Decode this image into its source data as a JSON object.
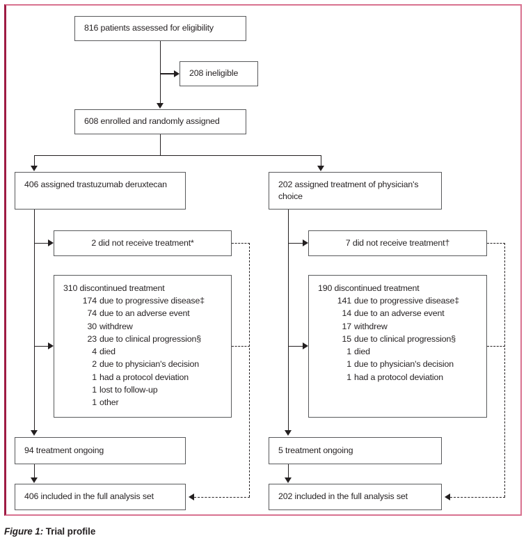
{
  "figure": {
    "caption_label": "Figure 1:",
    "caption_text": " Trial profile",
    "border_color_left": "#9e1b43",
    "border_color": "#d8718f",
    "line_color": "#231f20",
    "box_border_color": "#58595b"
  },
  "chart_data": {
    "type": "diagram",
    "title": "Trial profile",
    "subtype": "CONSORT flow diagram",
    "nodes": [
      {
        "id": "assessed",
        "label": "816 patients assessed for eligibility",
        "count": 816
      },
      {
        "id": "ineligible",
        "label": "208 ineligible",
        "count": 208
      },
      {
        "id": "enrolled",
        "label": "608 enrolled and randomly assigned",
        "count": 608
      },
      {
        "id": "arm_left",
        "label": "406 assigned trastuzumab deruxtecan",
        "count": 406
      },
      {
        "id": "arm_right",
        "label": "202 assigned treatment of physician's choice",
        "count": 202
      },
      {
        "id": "no_tx_left",
        "label": "2 did not receive treatment*",
        "count": 2
      },
      {
        "id": "no_tx_right",
        "label": "7 did not receive treatment†",
        "count": 7
      },
      {
        "id": "disc_left",
        "label": "310 discontinued treatment",
        "count": 310
      },
      {
        "id": "disc_right",
        "label": "190 discontinued treatment",
        "count": 190
      },
      {
        "id": "ongoing_left",
        "label": "94 treatment ongoing",
        "count": 94
      },
      {
        "id": "ongoing_right",
        "label": "5 treatment ongoing",
        "count": 5
      },
      {
        "id": "fas_left",
        "label": "406 included in the full analysis set",
        "count": 406
      },
      {
        "id": "fas_right",
        "label": "202 included in the full analysis set",
        "count": 202
      }
    ],
    "discontinuation_reasons": {
      "left_arm": [
        {
          "count": 174,
          "reason": "due to progressive disease‡"
        },
        {
          "count": 74,
          "reason": "due to an adverse event"
        },
        {
          "count": 30,
          "reason": "withdrew"
        },
        {
          "count": 23,
          "reason": "due to clinical progression§"
        },
        {
          "count": 4,
          "reason": "died"
        },
        {
          "count": 2,
          "reason": "due to physician's decision"
        },
        {
          "count": 1,
          "reason": "had a protocol deviation"
        },
        {
          "count": 1,
          "reason": "lost to follow-up"
        },
        {
          "count": 1,
          "reason": "other"
        }
      ],
      "right_arm": [
        {
          "count": 141,
          "reason": "due to progressive disease‡"
        },
        {
          "count": 14,
          "reason": "due to an adverse event"
        },
        {
          "count": 17,
          "reason": "withdrew"
        },
        {
          "count": 15,
          "reason": "due to clinical progression§"
        },
        {
          "count": 1,
          "reason": "died"
        },
        {
          "count": 1,
          "reason": "due to physician's decision"
        },
        {
          "count": 1,
          "reason": "had a protocol deviation"
        }
      ]
    }
  },
  "nodes": {
    "assessed": {
      "text": "816 patients assessed for eligibility"
    },
    "ineligible": {
      "text": "208 ineligible"
    },
    "enrolled": {
      "text": "608 enrolled and randomly assigned"
    },
    "arm_left": {
      "text": "406 assigned trastuzumab deruxtecan"
    },
    "arm_right": {
      "text": "202 assigned treatment of physician's\nchoice"
    },
    "no_tx_left": {
      "text": "2 did not receive treatment*"
    },
    "no_tx_right": {
      "text": "7 did not receive treatment†"
    },
    "disc_left": {
      "text": "310 discontinued treatment"
    },
    "disc_right": {
      "text": "190 discontinued treatment"
    },
    "ongoing_left": {
      "text": "94 treatment ongoing"
    },
    "ongoing_right": {
      "text": "5 treatment ongoing"
    },
    "fas_left": {
      "text": "406 included in the full analysis set"
    },
    "fas_right": {
      "text": "202 included in the full analysis set"
    }
  },
  "disc_left_items": [
    {
      "num": "174",
      "txt": "due to progressive disease‡"
    },
    {
      "num": "74",
      "txt": "due to an adverse event"
    },
    {
      "num": "30",
      "txt": "withdrew"
    },
    {
      "num": "23",
      "txt": "due to clinical progression§"
    },
    {
      "num": "4",
      "txt": "died"
    },
    {
      "num": "2",
      "txt": "due to physician's decision"
    },
    {
      "num": "1",
      "txt": "had a protocol deviation"
    },
    {
      "num": "1",
      "txt": "lost to follow-up"
    },
    {
      "num": "1",
      "txt": "other"
    }
  ],
  "disc_right_items": [
    {
      "num": "141",
      "txt": "due to progressive disease‡"
    },
    {
      "num": "14",
      "txt": "due to an adverse event"
    },
    {
      "num": "17",
      "txt": "withdrew"
    },
    {
      "num": "15",
      "txt": "due to clinical progression§"
    },
    {
      "num": "1",
      "txt": "died"
    },
    {
      "num": "1",
      "txt": "due to physician's decision"
    },
    {
      "num": "1",
      "txt": "had a protocol deviation"
    }
  ]
}
